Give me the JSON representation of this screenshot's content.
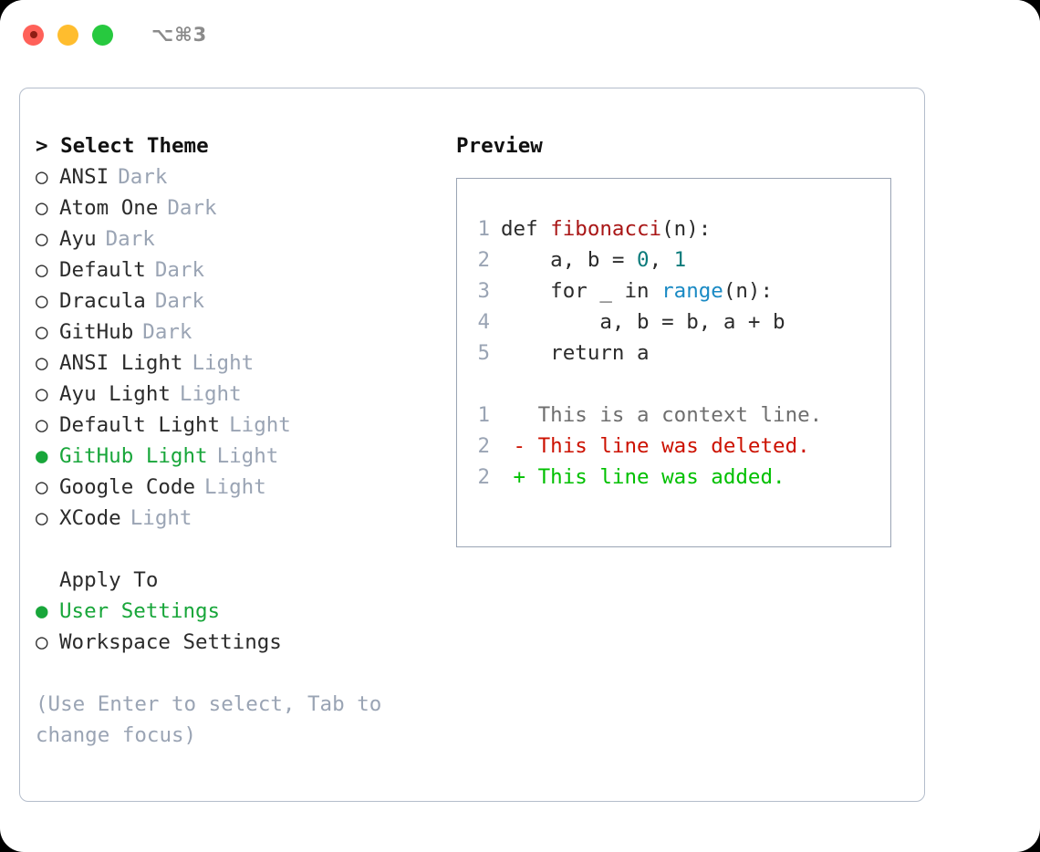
{
  "titlebar": {
    "shortcut": "⌥⌘3",
    "lights": [
      "close",
      "minimize",
      "maximize"
    ],
    "colors": {
      "close": "#ff6159",
      "minimize": "#ffbd2e",
      "maximize": "#27c93f"
    }
  },
  "colors": {
    "accent_green": "#18a63a",
    "muted": "#9aa4b4",
    "text": "#2b2b2b",
    "border": "#b4bdcb",
    "diff_add": "#00c000",
    "diff_del": "#cc1100",
    "syntax_fn": "#a91616",
    "syntax_num": "#0b7b7b",
    "syntax_call": "#1a8ac4"
  },
  "theme_list": {
    "header": "> Select Theme",
    "markers": {
      "selected": "●",
      "unselected": "○"
    },
    "items": [
      {
        "name": "ANSI",
        "tag": "Dark",
        "selected": false
      },
      {
        "name": "Atom One",
        "tag": "Dark",
        "selected": false
      },
      {
        "name": "Ayu",
        "tag": "Dark",
        "selected": false
      },
      {
        "name": "Default",
        "tag": "Dark",
        "selected": false
      },
      {
        "name": "Dracula",
        "tag": "Dark",
        "selected": false
      },
      {
        "name": "GitHub",
        "tag": "Dark",
        "selected": false
      },
      {
        "name": "ANSI Light",
        "tag": "Light",
        "selected": false
      },
      {
        "name": "Ayu Light",
        "tag": "Light",
        "selected": false
      },
      {
        "name": "Default Light",
        "tag": "Light",
        "selected": false
      },
      {
        "name": "GitHub Light",
        "tag": "Light",
        "selected": true
      },
      {
        "name": "Google Code",
        "tag": "Light",
        "selected": false
      },
      {
        "name": "XCode",
        "tag": "Light",
        "selected": false
      }
    ]
  },
  "apply_to": {
    "header": "Apply To",
    "items": [
      {
        "name": "User Settings",
        "selected": true
      },
      {
        "name": "Workspace Settings",
        "selected": false
      }
    ]
  },
  "hint": "(Use Enter to select, Tab to change focus)",
  "preview": {
    "title": "Preview",
    "code_lines": [
      {
        "num": "1",
        "tokens": [
          {
            "t": "def ",
            "c": "plain"
          },
          {
            "t": "fibonacci",
            "c": "fn"
          },
          {
            "t": "(n):",
            "c": "plain"
          }
        ]
      },
      {
        "num": "2",
        "tokens": [
          {
            "t": "    a, b = ",
            "c": "plain"
          },
          {
            "t": "0",
            "c": "num"
          },
          {
            "t": ", ",
            "c": "plain"
          },
          {
            "t": "1",
            "c": "num"
          }
        ]
      },
      {
        "num": "3",
        "tokens": [
          {
            "t": "    for _ in ",
            "c": "plain"
          },
          {
            "t": "range",
            "c": "call"
          },
          {
            "t": "(n):",
            "c": "plain"
          }
        ]
      },
      {
        "num": "4",
        "tokens": [
          {
            "t": "        a, b = b, a + b",
            "c": "plain"
          }
        ]
      },
      {
        "num": "5",
        "tokens": [
          {
            "t": "    return a",
            "c": "plain"
          }
        ]
      }
    ],
    "diff_lines": [
      {
        "num": "1",
        "sign": " ",
        "text": " This is a context line.",
        "kind": "ctx"
      },
      {
        "num": "2",
        "sign": "-",
        "text": " This line was deleted.",
        "kind": "del"
      },
      {
        "num": "2",
        "sign": "+",
        "text": " This line was added.",
        "kind": "add"
      }
    ]
  }
}
